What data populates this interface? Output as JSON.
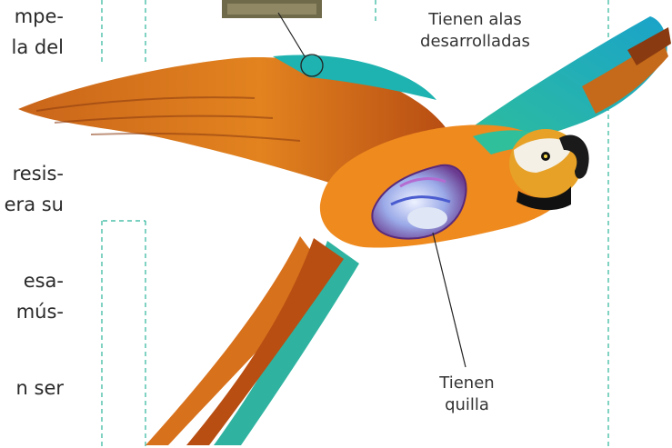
{
  "body_text": {
    "lines": [
      "mpe-",
      "la del",
      "resis-",
      "era su",
      "esa-",
      "mús-",
      "n ser"
    ]
  },
  "labels": {
    "wings": "Tienen alas desarrolladas",
    "wings_line1": "Tienen alas",
    "wings_line2": "desarrolladas",
    "keel_line1": "Tienen",
    "keel_line2": "quilla"
  },
  "colors": {
    "guide": "#2bb39a",
    "wing_orange": "#e27a1f",
    "wing_dark": "#b84e12",
    "wing_teal": "#1eb3b0",
    "body_orange": "#ef8a1e",
    "keel_purple": "#7a3fa0"
  }
}
